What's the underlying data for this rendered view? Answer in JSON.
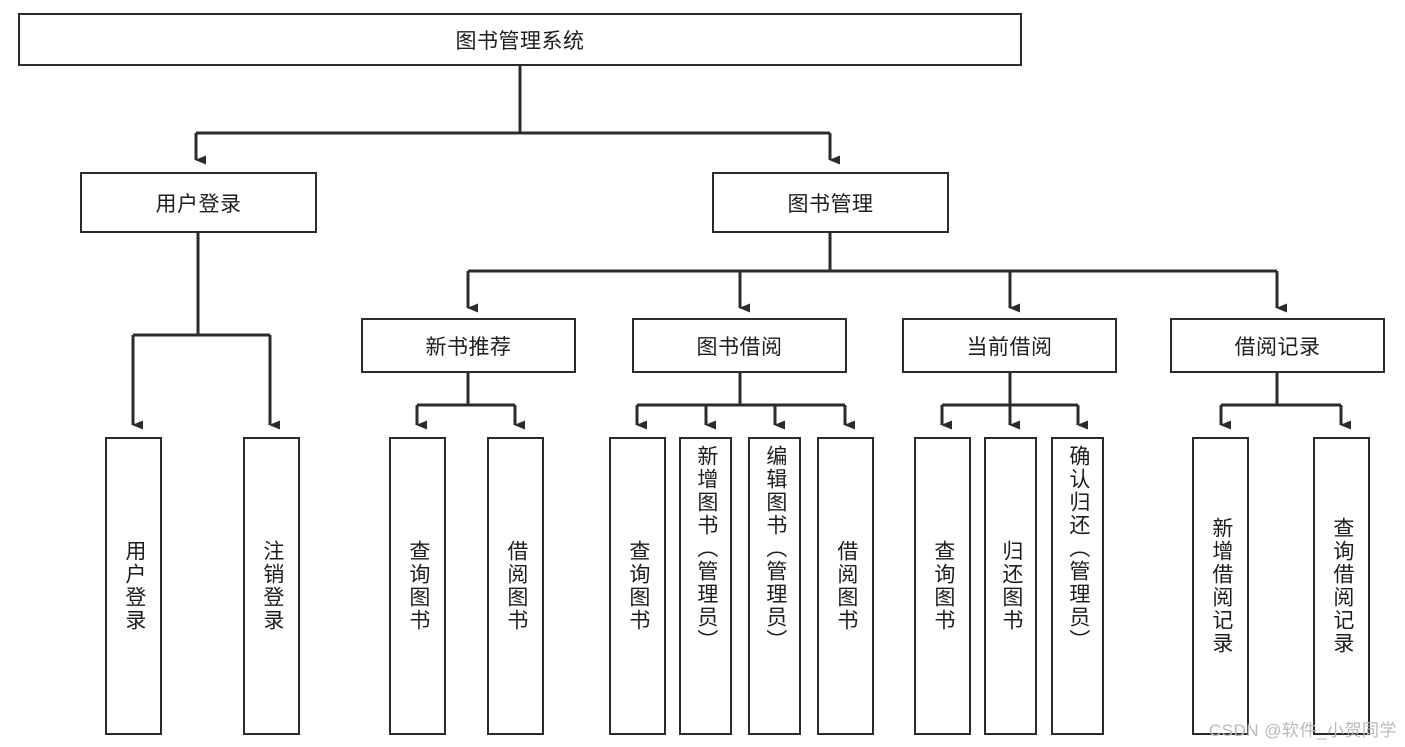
{
  "diagram": {
    "title": "图书管理系统",
    "type": "tree-hierarchy",
    "watermark": "CSDN @软件_小贺同学",
    "colors": {
      "box_border": "#2b2b2b",
      "box_fill": "#ffffff",
      "edge": "#2b2b2b",
      "text": "#1d1d1d",
      "watermark": "#b9b9b9"
    },
    "root": {
      "label": "图书管理系统"
    },
    "level2": [
      {
        "label": "用户登录"
      },
      {
        "label": "图书管理"
      }
    ],
    "level3": [
      {
        "label": "新书推荐"
      },
      {
        "label": "图书借阅"
      },
      {
        "label": "当前借阅"
      },
      {
        "label": "借阅记录"
      }
    ],
    "leaves": {
      "user_login": [
        {
          "label": "用户登录"
        },
        {
          "label": "注销登录"
        }
      ],
      "new_book_recommend": [
        {
          "label": "查询图书"
        },
        {
          "label": "借阅图书"
        }
      ],
      "book_borrow": [
        {
          "label": "查询图书"
        },
        {
          "label": "新增图书（管理员）"
        },
        {
          "label": "编辑图书（管理员）"
        },
        {
          "label": "借阅图书"
        }
      ],
      "current_borrow": [
        {
          "label": "查询图书"
        },
        {
          "label": "归还图书"
        },
        {
          "label": "确认归还（管理员）"
        }
      ],
      "borrow_record": [
        {
          "label": "新增借阅记录"
        },
        {
          "label": "查询借阅记录"
        }
      ]
    }
  }
}
